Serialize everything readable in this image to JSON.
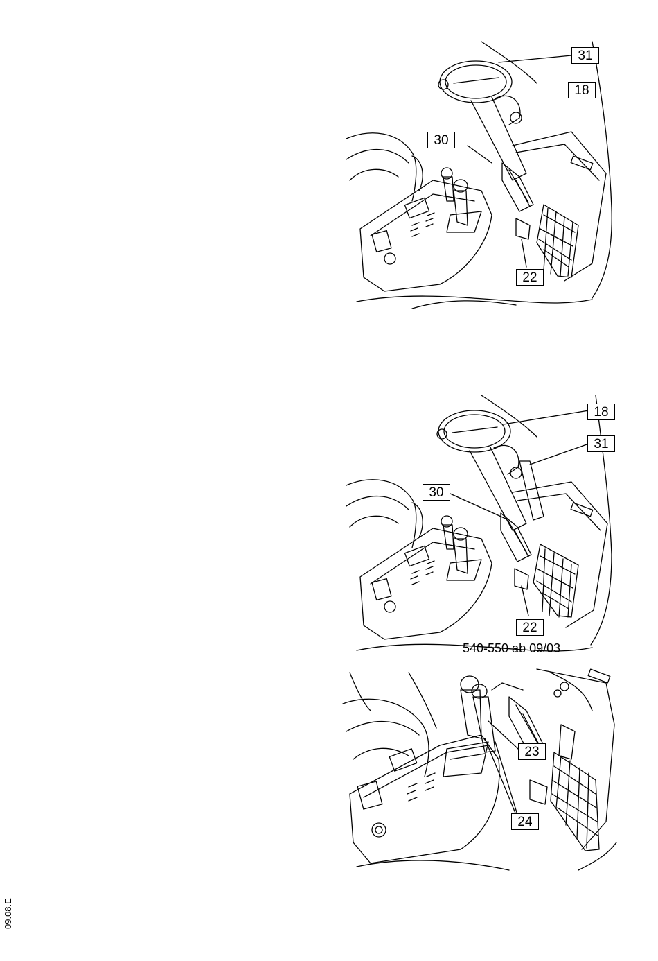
{
  "figures": [
    {
      "name": "figure-cab-top",
      "callouts": [
        "31",
        "18",
        "30",
        "22"
      ]
    },
    {
      "name": "figure-cab-middle",
      "callouts": [
        "18",
        "31",
        "30",
        "22"
      ],
      "caption": "540-550 ab 09/03"
    },
    {
      "name": "figure-cab-bottom",
      "callouts": [
        "23",
        "24"
      ]
    }
  ],
  "page_ref": "09.08.E"
}
